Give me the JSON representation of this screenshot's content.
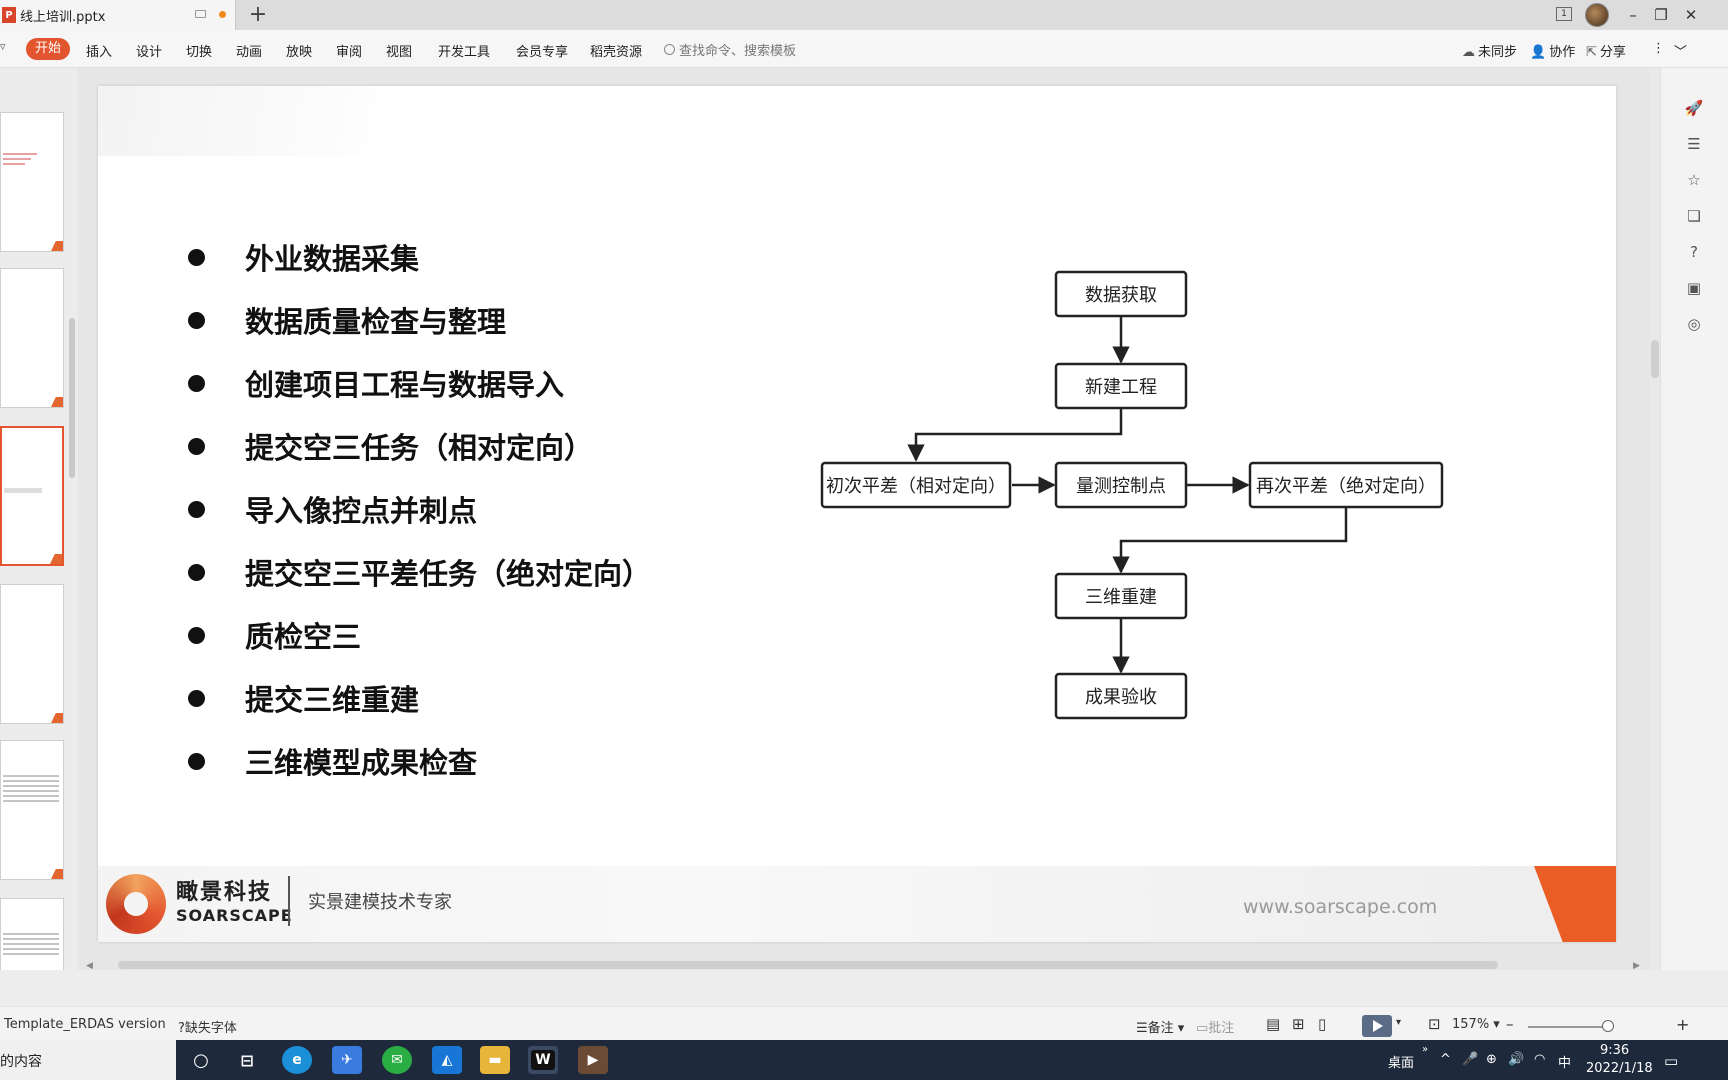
{
  "window": {
    "tab_title": "线上培训.pptx",
    "tab_icon": "P",
    "new_tab": "+",
    "page_indicator": "1",
    "controls": {
      "minimize": "–",
      "restore": "❐",
      "close": "✕"
    }
  },
  "ribbon": {
    "menus": [
      {
        "label": "开始",
        "active": true
      },
      {
        "label": "插入"
      },
      {
        "label": "设计"
      },
      {
        "label": "切换"
      },
      {
        "label": "动画"
      },
      {
        "label": "放映"
      },
      {
        "label": "审阅"
      },
      {
        "label": "视图"
      },
      {
        "label": "开发工具"
      },
      {
        "label": "会员专享"
      },
      {
        "label": "稻壳资源"
      }
    ],
    "search_placeholder": "查找命令、搜索模板",
    "right_tools": {
      "sync": "未同步",
      "collab": "协作",
      "share": "分享",
      "more": "⋮",
      "collapse": "﹀"
    }
  },
  "slide": {
    "bullets": [
      "外业数据采集",
      "数据质量检查与整理",
      "创建项目工程与数据导入",
      "提交空三任务（相对定向）",
      "导入像控点并刺点",
      "提交空三平差任务（绝对定向）",
      "质检空三",
      "提交三维重建",
      "三维模型成果检查"
    ],
    "flow_nodes": {
      "acquire": "数据获取",
      "new_project": "新建工程",
      "first_adjust": "初次平差（相对定向）",
      "measure": "量测控制点",
      "second_adjust": "再次平差（绝对定向）",
      "reconstruct": "三维重建",
      "accept": "成果验收"
    },
    "footer": {
      "brand_cn": "瞰景科技",
      "brand_en": "SOARSCAPE",
      "slogan": "实景建模技术专家",
      "website": "www.soarscape.com"
    }
  },
  "statusbar": {
    "template": "Template_ERDAS version",
    "missing_font": "缺失字体",
    "notes": "备注",
    "comments": "批注",
    "zoom": "157%",
    "zoom_out": "–",
    "zoom_in": "+"
  },
  "taskbar": {
    "search_text": "的内容",
    "desktop_label": "桌面",
    "ime": "中",
    "time": "9:36",
    "date": "2022/1/18"
  },
  "colors": {
    "accent": "#e3552f",
    "taskbar": "#1e2a3c"
  }
}
